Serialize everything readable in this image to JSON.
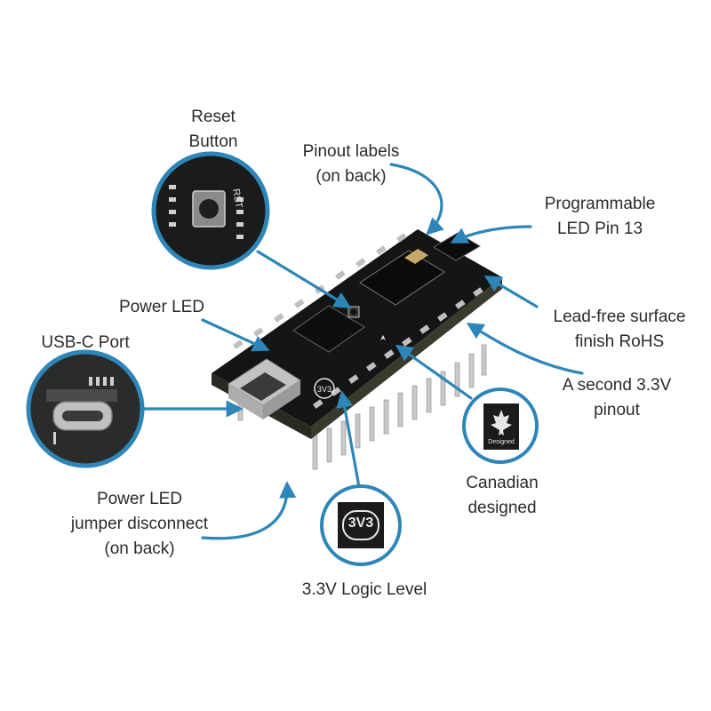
{
  "labels": {
    "reset_button": [
      "Reset",
      "Button"
    ],
    "pinout_labels": [
      "Pinout labels",
      "(on back)"
    ],
    "programmable_led": [
      "Programmable",
      "LED Pin 13"
    ],
    "power_led": "Power LED",
    "usb_c_port": "USB-C Port",
    "lead_free": [
      "Lead-free surface",
      "finish RoHS"
    ],
    "second_33v": [
      "A second 3.3V",
      "pinout"
    ],
    "canadian": [
      "Canadian",
      "designed"
    ],
    "power_led_jumper": [
      "Power LED",
      "jumper disconnect",
      "(on back)"
    ],
    "logic_level": "3.3V Logic Level"
  },
  "badges": {
    "logic_badge_text": "3V3",
    "canadian_badge_text": "Designed",
    "board_rst_text": "RST"
  },
  "colors": {
    "arrow": "#2e86b8",
    "circle_ring": "#2e86b8",
    "pcb": "#1b1d1c",
    "text": "#2b2b2b"
  },
  "icons": [
    "maple-leaf-icon"
  ]
}
